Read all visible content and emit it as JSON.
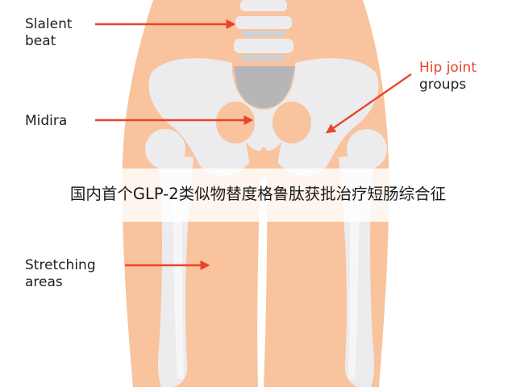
{
  "labels": {
    "slalent": {
      "line1": "Slalent",
      "line2": "beat"
    },
    "midira": {
      "line1": "Midira"
    },
    "stretching": {
      "line1": "Stretching",
      "line2": "areas"
    },
    "hip": {
      "line1": "Hip joint",
      "line2": "groups"
    }
  },
  "banner": {
    "text": "国内首个GLP-2类似物替度格鲁肽获批治疗短肠综合征"
  },
  "colors": {
    "skin": "#f8c39d",
    "bone": "#ececee",
    "spine": "#b6b6b8",
    "arrow": "#e8452b",
    "text": "#222222",
    "accent_text": "#e8452b"
  }
}
